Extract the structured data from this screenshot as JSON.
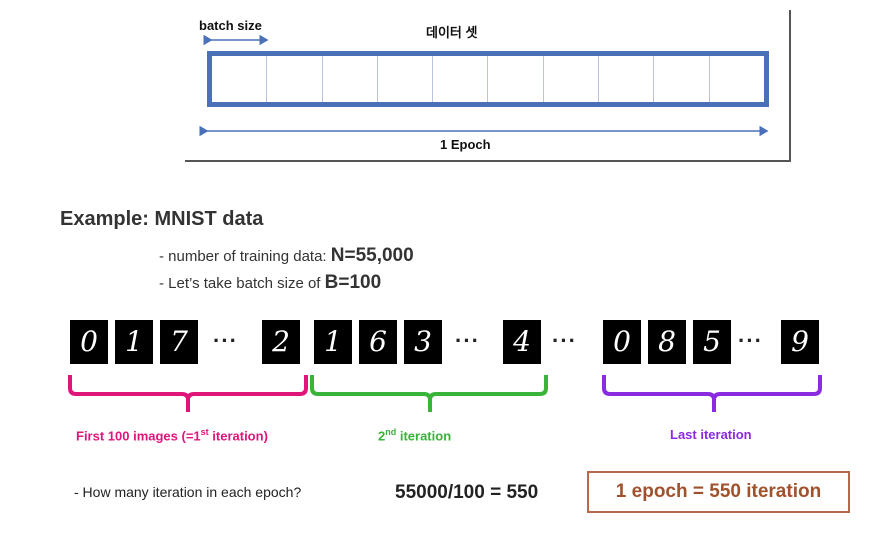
{
  "diagram": {
    "batch_size_label": "batch size",
    "dataset_label": "데이터 셋",
    "epoch_label": "1 Epoch",
    "cell_count": 10
  },
  "example": {
    "heading": "Example: MNIST data",
    "bullet1_prefix": "- number of training data: ",
    "bullet1_value": "N=55,000",
    "bullet2_prefix": "- Let’s take batch size of ",
    "bullet2_value": "B=100"
  },
  "digits": {
    "group1": [
      "0",
      "1",
      "7",
      "2"
    ],
    "group2": [
      "1",
      "6",
      "3",
      "4"
    ],
    "group3": [
      "0",
      "8",
      "5",
      "9"
    ],
    "ellipsis": "···"
  },
  "braces": {
    "first_label": "First 100 images (=1",
    "first_sup": "st",
    "first_suffix": " iteration)",
    "second_num": "2",
    "second_sup": "nd",
    "second_suffix": " iteration",
    "last_label": "Last iteration",
    "colors": {
      "first": "#e0157a",
      "second": "#39b339",
      "last": "#8a2be2"
    }
  },
  "summary": {
    "question": "- How many iteration in each epoch?",
    "calculation": "55000/100 = 550",
    "result": "1 epoch = 550 iteration"
  }
}
